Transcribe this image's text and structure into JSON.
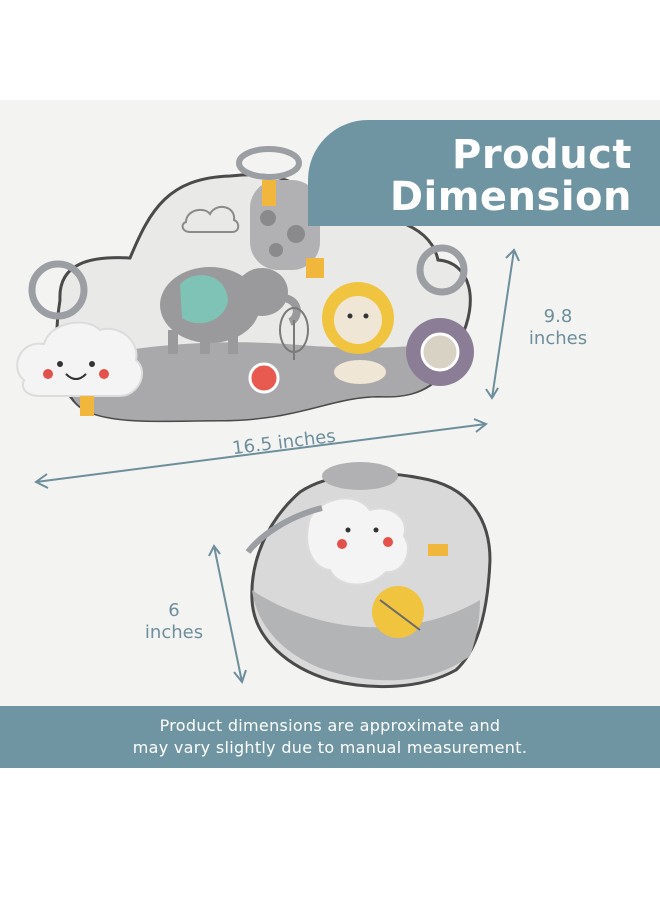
{
  "header": {
    "title_line1": "Product",
    "title_line2": "Dimension"
  },
  "dimensions": {
    "height_value": "9.8",
    "height_unit": "inches",
    "width": "16.5 inches",
    "depth_value": "6",
    "depth_unit": "inches"
  },
  "footer": {
    "line1": "Product dimensions are approximate and",
    "line2": "may vary slightly due to manual measurement."
  },
  "colors": {
    "accent": "#6f95a3",
    "arrow": "#6d8e9b"
  }
}
